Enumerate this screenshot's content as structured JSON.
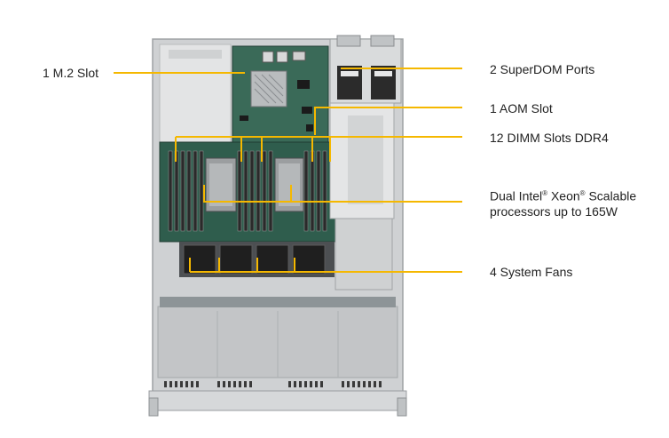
{
  "labels": {
    "m2_slot": "1 M.2 Slot",
    "superdom": "2 SuperDOM Ports",
    "aom": "1 AOM Slot",
    "dimm": "12 DIMM Slots DDR4",
    "cpu_line1_a": "Dual Intel",
    "cpu_reg": "®",
    "cpu_line1_b": " Xeon",
    "cpu_line1_c": " Scalable",
    "cpu_line2": "processors up to 165W",
    "fans": "4 System Fans"
  },
  "colors": {
    "callout_line": "#f5b800",
    "chassis": "#c9cbcd",
    "board": "#2e5a4b",
    "fan": "#1a1a1a"
  }
}
